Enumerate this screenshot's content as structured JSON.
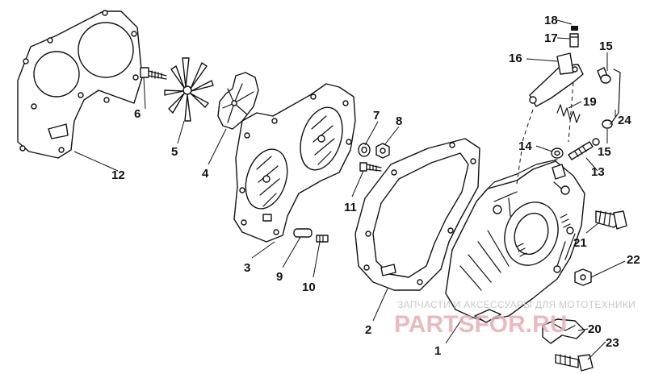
{
  "watermark": {
    "tagline": "ЗАПЧАСТИ И АКСЕССУАРЫ ДЛЯ МОТОТЕХНИКИ",
    "brand": "PARTSFOR.RU"
  },
  "callouts": [
    {
      "id": "1",
      "label": "1"
    },
    {
      "id": "2",
      "label": "2"
    },
    {
      "id": "3",
      "label": "3"
    },
    {
      "id": "4",
      "label": "4"
    },
    {
      "id": "5",
      "label": "5"
    },
    {
      "id": "6",
      "label": "6"
    },
    {
      "id": "7",
      "label": "7"
    },
    {
      "id": "8",
      "label": "8"
    },
    {
      "id": "9",
      "label": "9"
    },
    {
      "id": "10",
      "label": "10"
    },
    {
      "id": "11",
      "label": "11"
    },
    {
      "id": "12",
      "label": "12"
    },
    {
      "id": "13",
      "label": "13"
    },
    {
      "id": "14",
      "label": "14"
    },
    {
      "id": "15a",
      "label": "15"
    },
    {
      "id": "15b",
      "label": "15"
    },
    {
      "id": "16",
      "label": "16"
    },
    {
      "id": "17",
      "label": "17"
    },
    {
      "id": "18",
      "label": "18"
    },
    {
      "id": "19",
      "label": "19"
    },
    {
      "id": "20",
      "label": "20"
    },
    {
      "id": "21",
      "label": "21"
    },
    {
      "id": "22",
      "label": "22"
    },
    {
      "id": "23",
      "label": "23"
    },
    {
      "id": "24",
      "label": "24"
    }
  ]
}
